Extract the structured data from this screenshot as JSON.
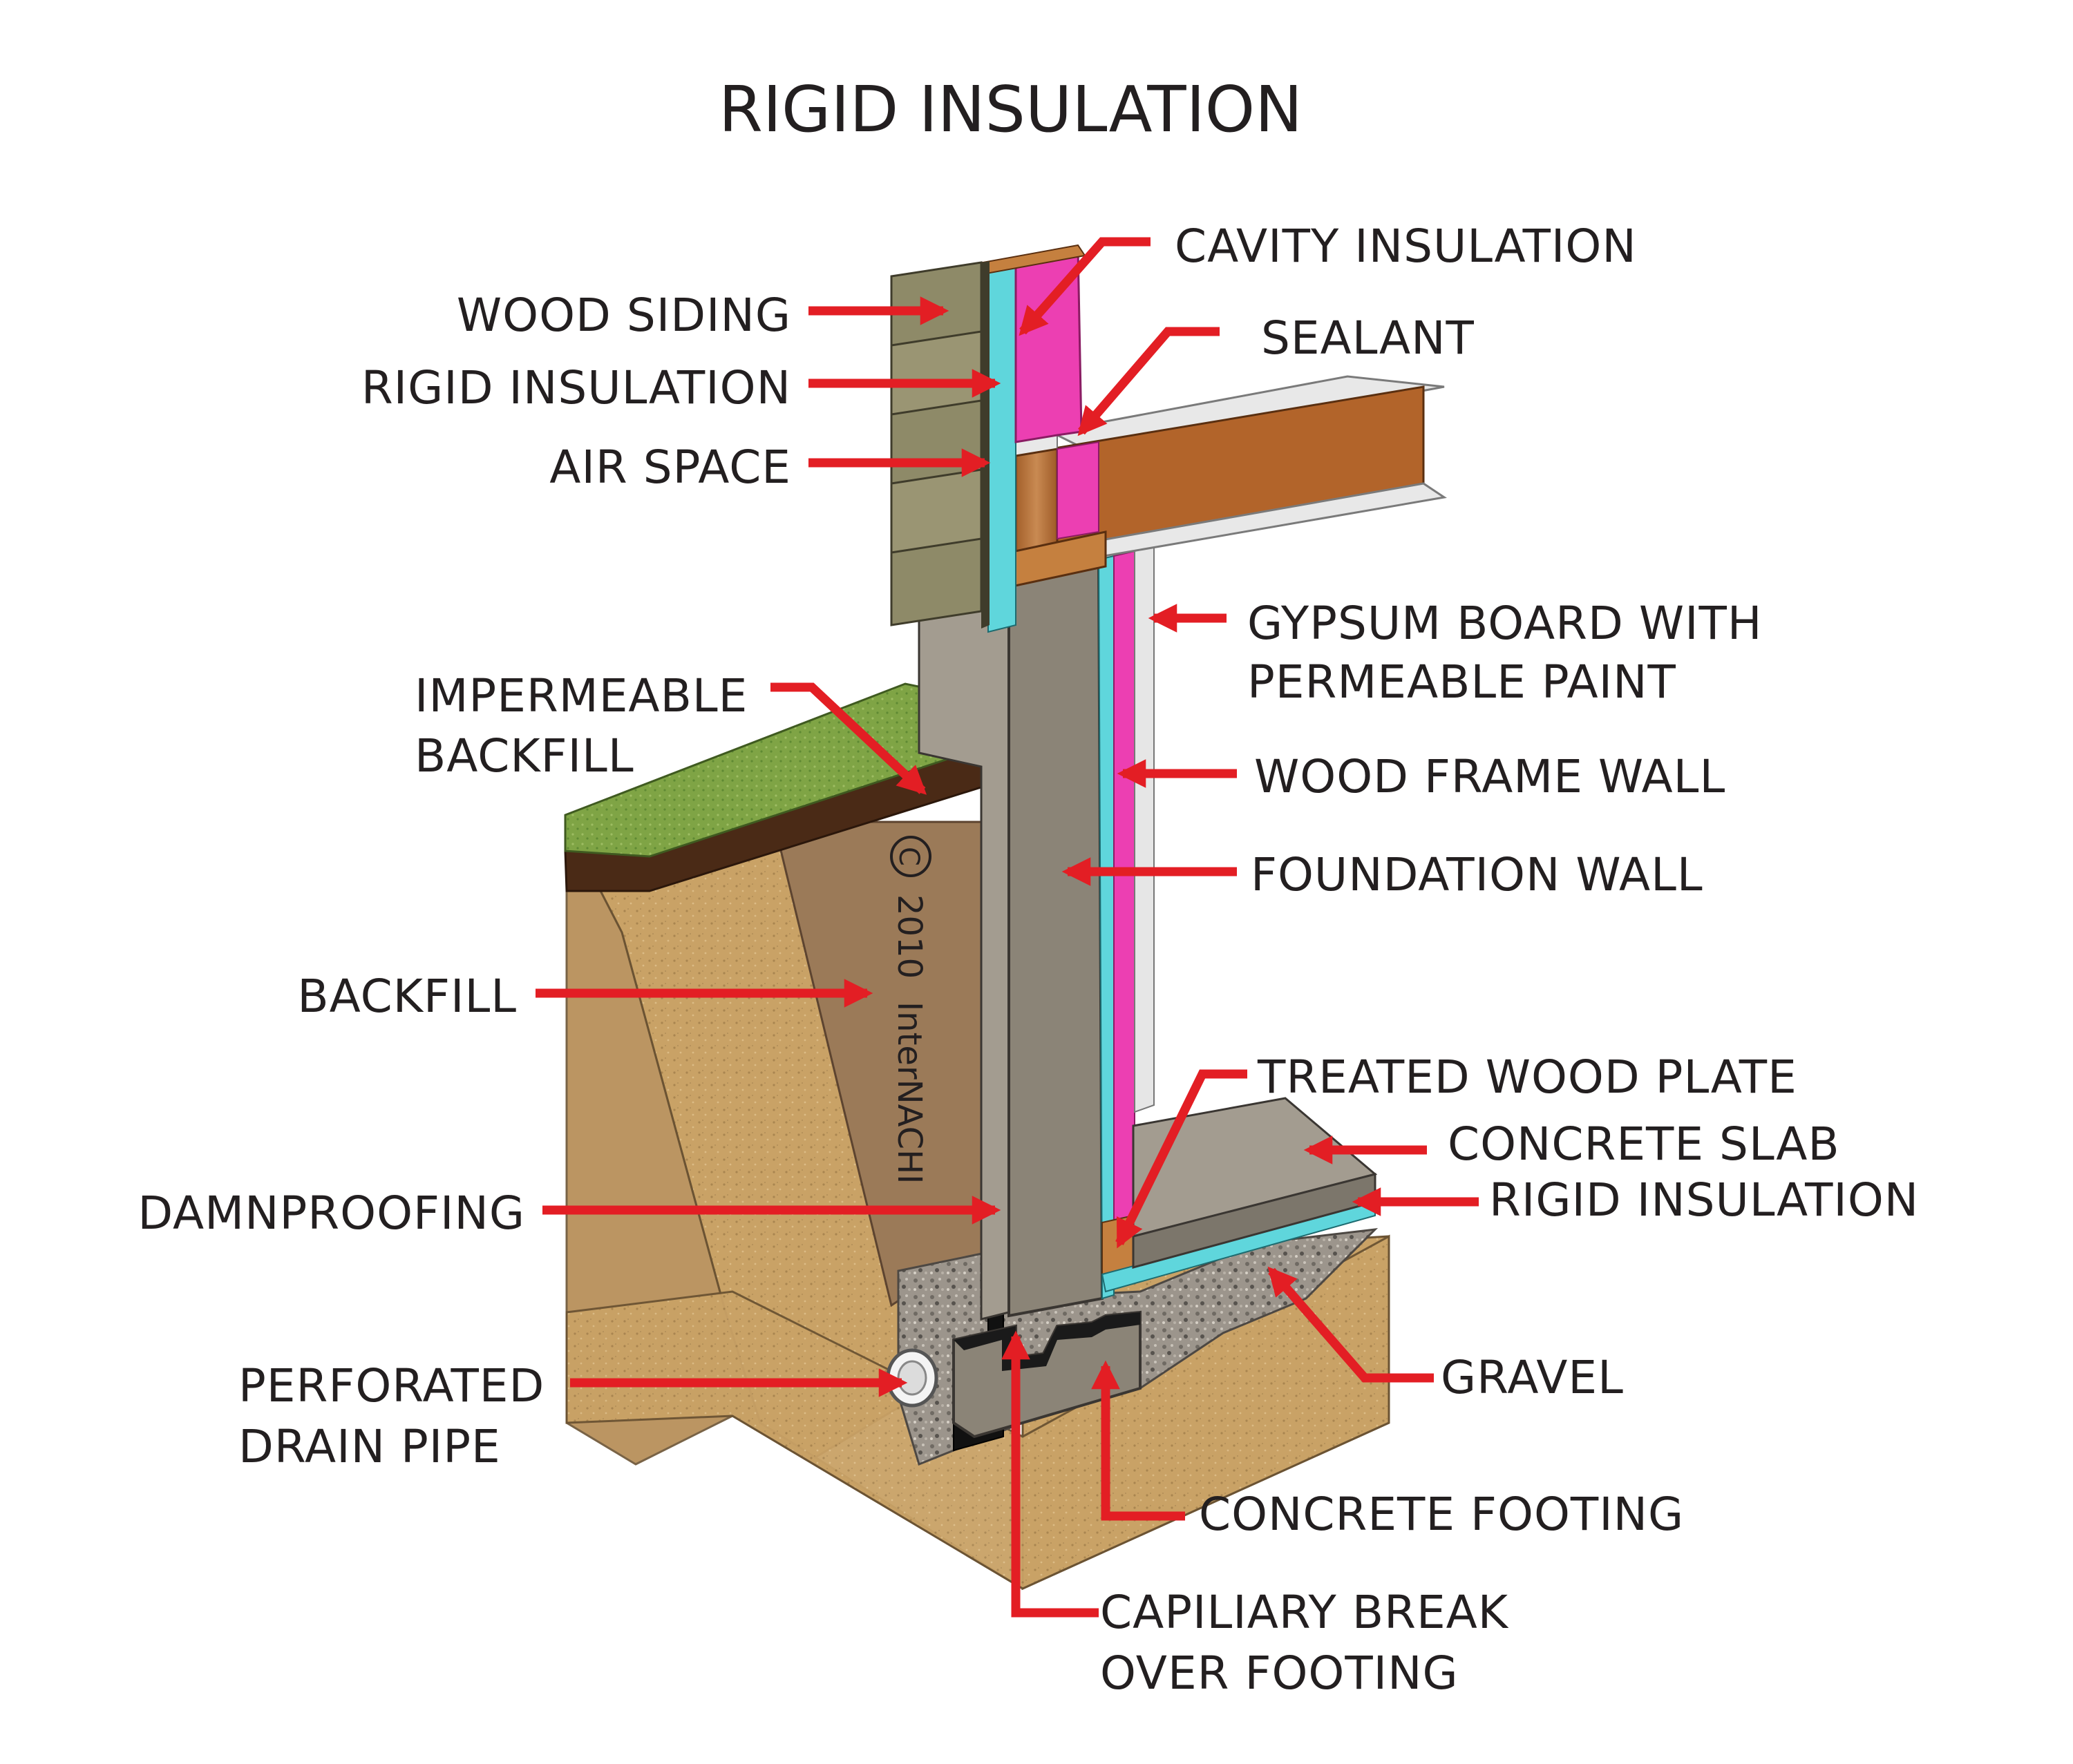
{
  "title": "RIGID INSULATION",
  "watermark": {
    "copyright_symbol": "©",
    "year": "2010",
    "owner": "InterNACHI"
  },
  "labels": {
    "cavity_insulation": "CAVITY INSULATION",
    "sealant": "SEALANT",
    "wood_siding": "WOOD SIDING",
    "rigid_insulation_wall": "RIGID INSULATION",
    "air_space": "AIR SPACE",
    "gypsum_board_line1": "GYPSUM BOARD WITH",
    "gypsum_board_line2": "PERMEABLE  PAINT",
    "impermeable_backfill_line1": "IMPERMEABLE",
    "impermeable_backfill_line2": "BACKFILL",
    "wood_frame_wall": "WOOD FRAME WALL",
    "foundation_wall": "FOUNDATION WALL",
    "backfill": "BACKFILL",
    "treated_wood_plate": "TREATED WOOD PLATE",
    "concrete_slab": "CONCRETE SLAB",
    "rigid_insulation_slab": "RIGID INSULATION",
    "damnproofing": "DAMNPROOFING",
    "gravel": "GRAVEL",
    "perforated_drain_pipe_line1": "PERFORATED",
    "perforated_drain_pipe_line2": "DRAIN PIPE",
    "concrete_footing": "CONCRETE FOOTING",
    "capillary_break_line1": "CAPILIARY BREAK",
    "capillary_break_line2": "OVER FOOTING"
  },
  "colors": {
    "leader_arrow": "#e31e24",
    "cavity_insulation": "#ec3fb2",
    "rigid_insulation": "#5fd6dc",
    "concrete": "#8b8477",
    "grass": "#7fa445",
    "soil": "#c9a266",
    "backfill": "#9b7a58",
    "wood": "#b97c45",
    "damnproofing": "#111111"
  }
}
